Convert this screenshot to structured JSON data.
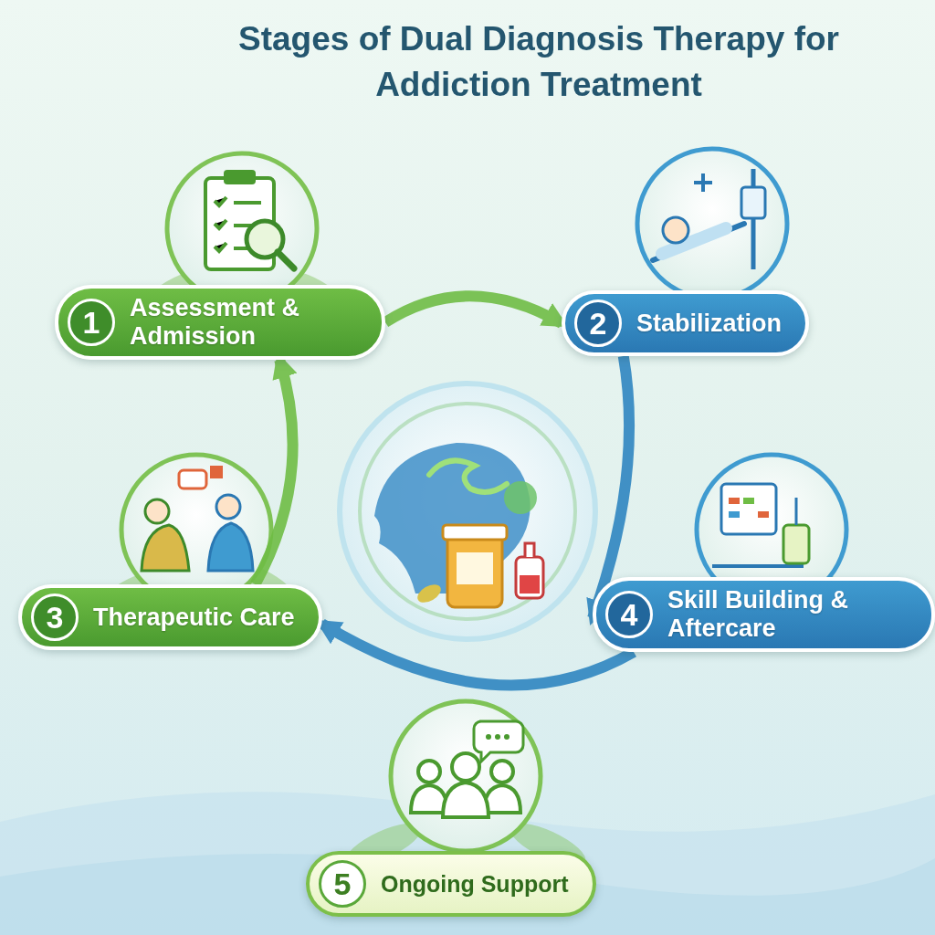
{
  "diagram": {
    "title": "Stages of Dual Diagnosis Therapy for Addiction Treatment",
    "nodes": [
      {
        "text": [
          "1",
          "Assessment & Admission"
        ]
      },
      {
        "text": [
          "2",
          "Stabilization"
        ]
      },
      {
        "text": [
          "3",
          "Therapeutic Care"
        ]
      },
      {
        "text": [
          "4",
          "Skill Building & Aftercare"
        ]
      },
      {
        "text": [
          "5",
          "Ongoing Support"
        ]
      }
    ],
    "edges": [
      {
        "from": 0,
        "to": 1,
        "arrow": "to"
      },
      {
        "from": 1,
        "to": 3,
        "arrow": "to"
      },
      {
        "from": 3,
        "to": 2,
        "arrow": "to"
      },
      {
        "from": 2,
        "to": 0,
        "arrow": "to"
      }
    ]
  }
}
